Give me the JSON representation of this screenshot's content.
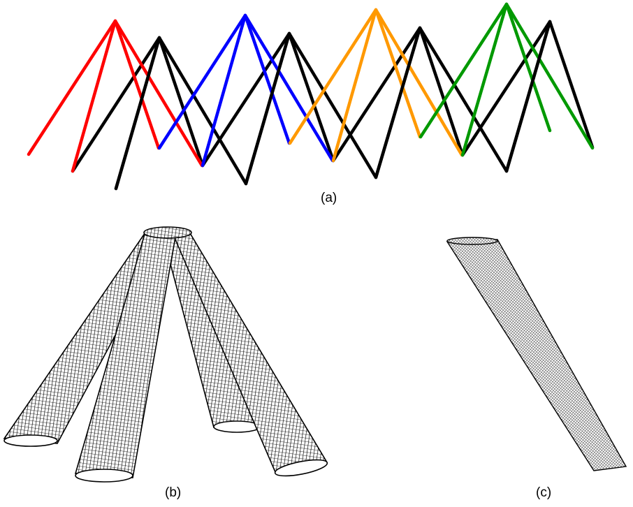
{
  "captions": {
    "a": "(a)",
    "b": "(b)",
    "c": "(c)"
  },
  "colors": {
    "red": "#ff0000",
    "blue": "#0000ff",
    "orange": "#ff9900",
    "green": "#009900",
    "black": "#000000"
  },
  "panel_a": {
    "tripod_colors": [
      "red",
      "blue",
      "orange",
      "green"
    ]
  }
}
